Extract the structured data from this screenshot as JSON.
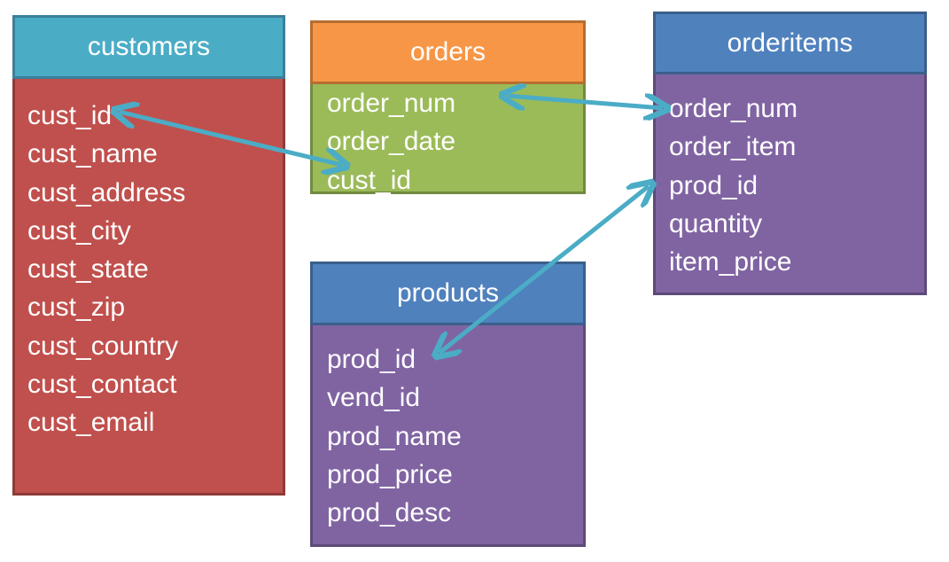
{
  "tables": {
    "customers": {
      "title": "customers",
      "fields": [
        "cust_id",
        "cust_name",
        "cust_address",
        "cust_city",
        "cust_state",
        "cust_zip",
        "cust_country",
        "cust_contact",
        "cust_email"
      ]
    },
    "orders": {
      "title": "orders",
      "fields": [
        "order_num",
        "order_date",
        "cust_id"
      ]
    },
    "orderitems": {
      "title": "orderitems",
      "fields": [
        "order_num",
        "order_item",
        "prod_id",
        "quantity",
        "item_price"
      ]
    },
    "products": {
      "title": "products",
      "fields": [
        "prod_id",
        "vend_id",
        "prod_name",
        "prod_price",
        "prod_desc"
      ]
    }
  },
  "relationships": [
    {
      "from": "customers.cust_id",
      "to": "orders.cust_id"
    },
    {
      "from": "orders.order_num",
      "to": "orderitems.order_num"
    },
    {
      "from": "orderitems.prod_id",
      "to": "products.prod_id"
    }
  ],
  "colors": {
    "customers_header": "#4bacc6",
    "customers_body": "#c0504d",
    "orders_header": "#f79646",
    "orders_body": "#9bbb59",
    "orderitems_header": "#4f81bd",
    "orderitems_body": "#8064a2",
    "products_header": "#4f81bd",
    "products_body": "#8064a2",
    "connector": "#4bacc6"
  }
}
